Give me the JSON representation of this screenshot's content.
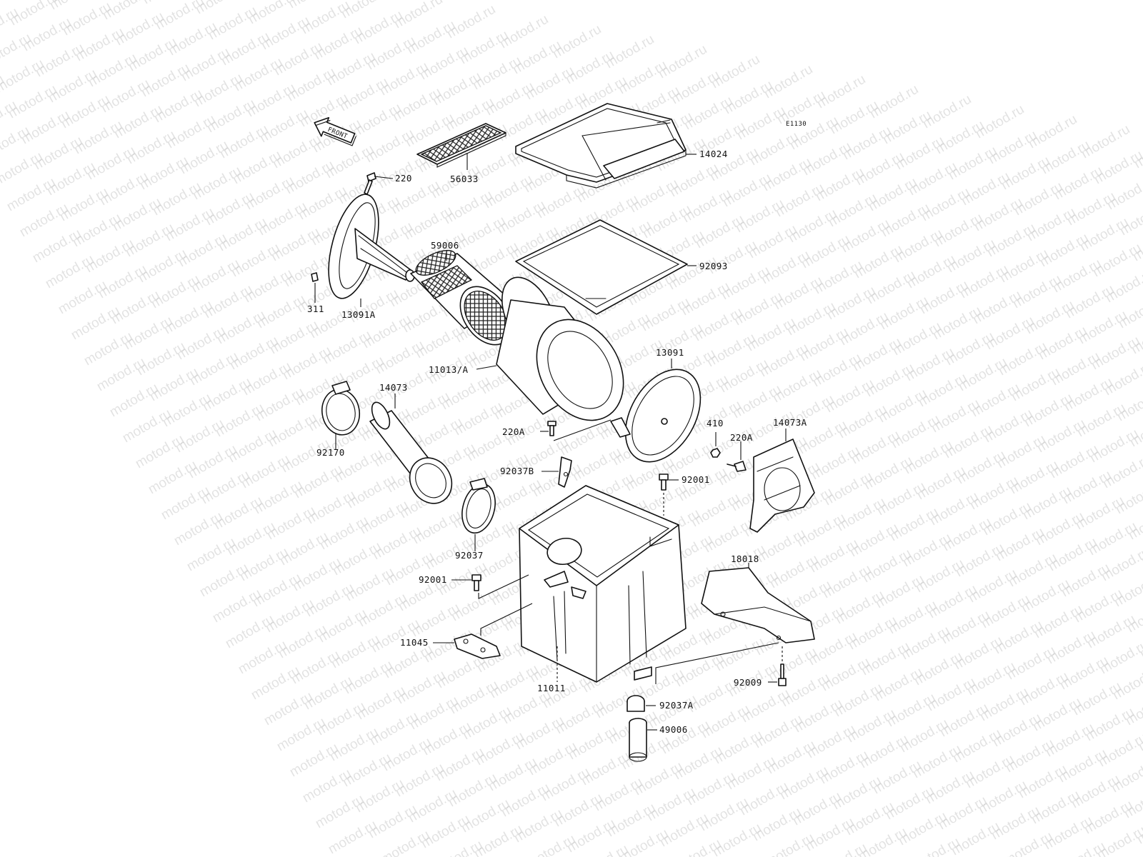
{
  "diagram": {
    "code": "E1130",
    "watermark": "motod.ru",
    "direction_label": "FRONT",
    "part_labels": [
      "220",
      "56033",
      "14024",
      "59006",
      "92093",
      "311",
      "13091A",
      "11013/A",
      "13091",
      "14073",
      "92170",
      "220A",
      "410",
      "220A",
      "14073A",
      "92037B",
      "92001",
      "92037",
      "18018",
      "92001",
      "11045",
      "11011",
      "92009",
      "92037A",
      "49006"
    ]
  }
}
